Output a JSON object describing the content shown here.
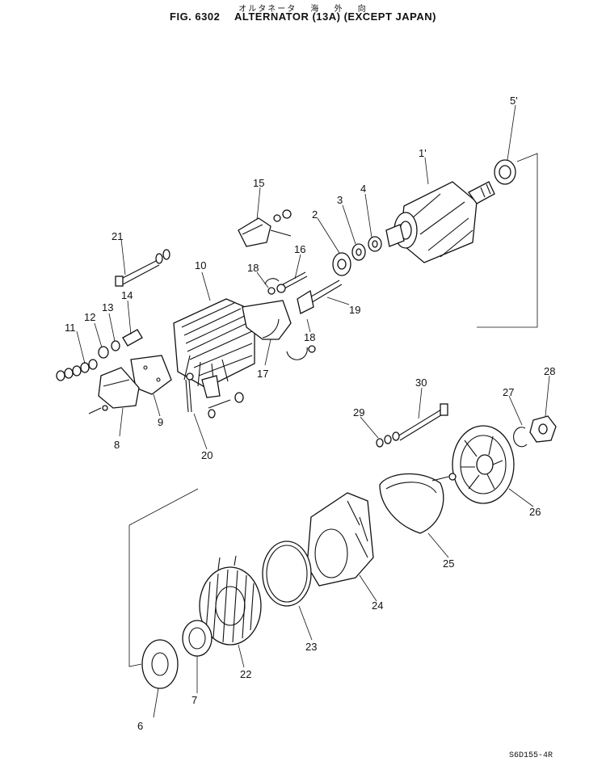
{
  "header": {
    "jp_title": "オルタネータ",
    "jp_region": [
      "海",
      "外",
      "向"
    ],
    "fig_number": "FIG. 6302",
    "fig_title": "ALTERNATOR (13A) (EXCEPT JAPAN)"
  },
  "parts": [
    {
      "id": "p1",
      "label": "1'"
    },
    {
      "id": "p2",
      "label": "2"
    },
    {
      "id": "p3",
      "label": "3"
    },
    {
      "id": "p4",
      "label": "4"
    },
    {
      "id": "p5",
      "label": "5'"
    },
    {
      "id": "p6",
      "label": "6"
    },
    {
      "id": "p7",
      "label": "7"
    },
    {
      "id": "p8",
      "label": "8"
    },
    {
      "id": "p9",
      "label": "9"
    },
    {
      "id": "p10",
      "label": "10"
    },
    {
      "id": "p11",
      "label": "11"
    },
    {
      "id": "p12",
      "label": "12"
    },
    {
      "id": "p13",
      "label": "13"
    },
    {
      "id": "p14",
      "label": "14"
    },
    {
      "id": "p15",
      "label": "15"
    },
    {
      "id": "p16",
      "label": "16"
    },
    {
      "id": "p17",
      "label": "17"
    },
    {
      "id": "p18a",
      "label": "18"
    },
    {
      "id": "p18b",
      "label": "18"
    },
    {
      "id": "p19",
      "label": "19"
    },
    {
      "id": "p20",
      "label": "20"
    },
    {
      "id": "p21",
      "label": "21"
    },
    {
      "id": "p22",
      "label": "22"
    },
    {
      "id": "p23",
      "label": "23"
    },
    {
      "id": "p24",
      "label": "24"
    },
    {
      "id": "p25",
      "label": "25"
    },
    {
      "id": "p26",
      "label": "26"
    },
    {
      "id": "p27",
      "label": "27"
    },
    {
      "id": "p28",
      "label": "28"
    },
    {
      "id": "p29",
      "label": "29"
    },
    {
      "id": "p30",
      "label": "30"
    }
  ],
  "drawing_code": "S6D155-4R"
}
